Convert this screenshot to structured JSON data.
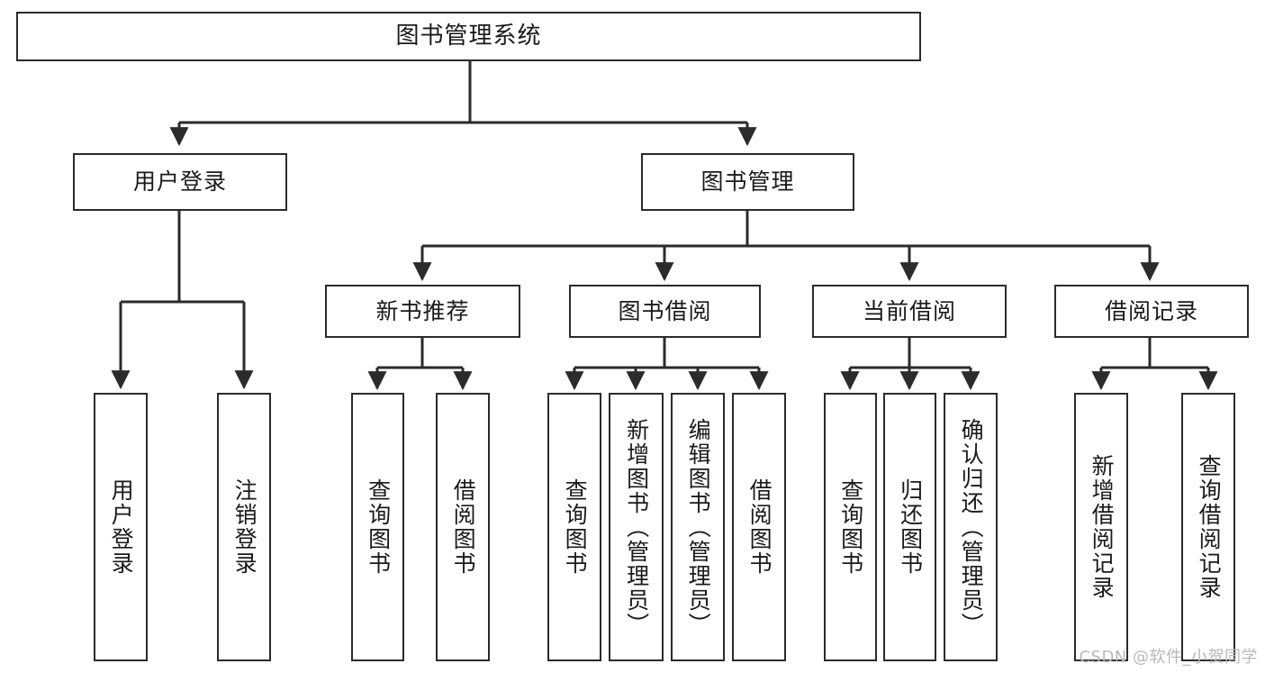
{
  "diagram": {
    "type": "tree-hierarchy-chart",
    "title": "图书管理系统",
    "watermark": "CSDN @软件_小贺同学",
    "colors": {
      "stroke": "#2b2b2b",
      "fill": "#ffffff",
      "text": "#1a1a1a",
      "watermark": "#b9b9b9"
    },
    "nodes": {
      "root": {
        "label": "图书管理系统",
        "orientation": "horizontal"
      },
      "level2": [
        {
          "id": "user-login",
          "label": "用户登录",
          "orientation": "horizontal"
        },
        {
          "id": "book-manage",
          "label": "图书管理",
          "orientation": "horizontal"
        }
      ],
      "level3": [
        {
          "id": "new-book-recommend",
          "label": "新书推荐",
          "orientation": "horizontal"
        },
        {
          "id": "book-borrow",
          "label": "图书借阅",
          "orientation": "horizontal"
        },
        {
          "id": "current-borrow",
          "label": "当前借阅",
          "orientation": "horizontal"
        },
        {
          "id": "borrow-record",
          "label": "借阅记录",
          "orientation": "horizontal"
        }
      ],
      "leaves": {
        "user-login": [
          {
            "id": "leaf-user-login",
            "label": "用户登录"
          },
          {
            "id": "leaf-logout-login",
            "label": "注销登录"
          }
        ],
        "new-book-recommend": [
          {
            "id": "leaf-query-book-1",
            "label": "查询图书"
          },
          {
            "id": "leaf-borrow-book-1",
            "label": "借阅图书"
          }
        ],
        "book-borrow": [
          {
            "id": "leaf-query-book-2",
            "label": "查询图书"
          },
          {
            "id": "leaf-add-book-admin",
            "label": "新增图书（管理员）"
          },
          {
            "id": "leaf-edit-book-admin",
            "label": "编辑图书（管理员）"
          },
          {
            "id": "leaf-borrow-book-2",
            "label": "借阅图书"
          }
        ],
        "current-borrow": [
          {
            "id": "leaf-query-book-3",
            "label": "查询图书"
          },
          {
            "id": "leaf-return-book",
            "label": "归还图书"
          },
          {
            "id": "leaf-confirm-return-admin",
            "label": "确认归还（管理员）"
          }
        ],
        "borrow-record": [
          {
            "id": "leaf-add-borrow-record",
            "label": "新增借阅记录"
          },
          {
            "id": "leaf-query-borrow-record",
            "label": "查询借阅记录"
          }
        ]
      }
    }
  }
}
